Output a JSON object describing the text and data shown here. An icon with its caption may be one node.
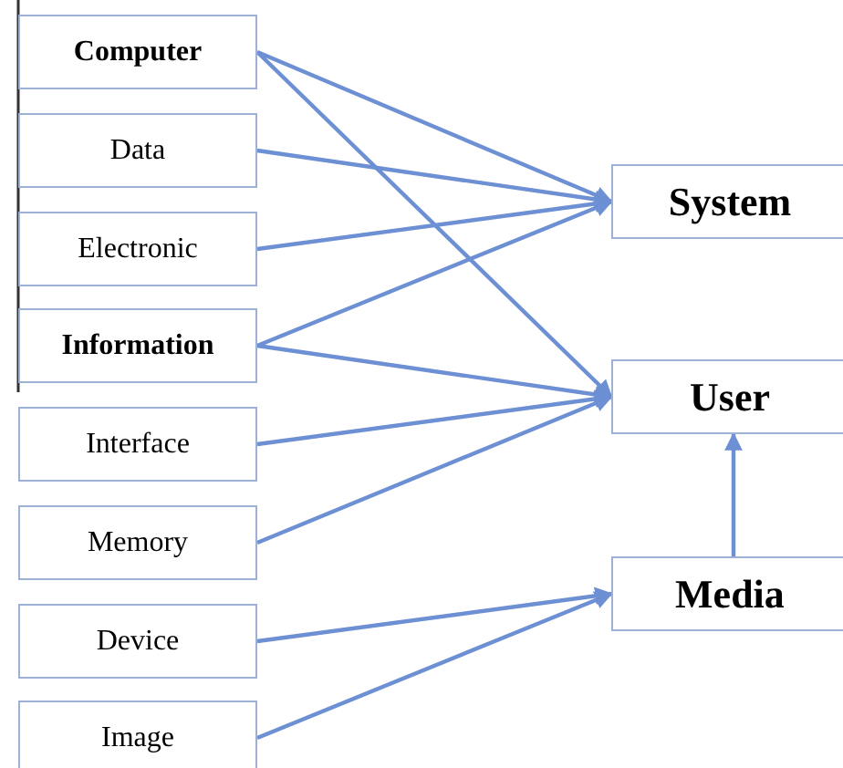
{
  "diagram": {
    "nodes": [
      {
        "text": [
          "Computer"
        ]
      },
      {
        "text": [
          "Data"
        ]
      },
      {
        "text": [
          "Electronic"
        ]
      },
      {
        "text": [
          "Information"
        ]
      },
      {
        "text": [
          "Interface"
        ]
      },
      {
        "text": [
          "Memory"
        ]
      },
      {
        "text": [
          "Device"
        ]
      },
      {
        "text": [
          "Image"
        ]
      },
      {
        "text": [
          "System"
        ]
      },
      {
        "text": [
          "User"
        ]
      },
      {
        "text": [
          "Media"
        ]
      }
    ],
    "edges": [
      {
        "from": 0,
        "to": 8,
        "arrow": "to"
      },
      {
        "from": 0,
        "to": 9,
        "arrow": "to"
      },
      {
        "from": 1,
        "to": 8,
        "arrow": "to"
      },
      {
        "from": 2,
        "to": 8,
        "arrow": "to"
      },
      {
        "from": 3,
        "to": 8,
        "arrow": "to"
      },
      {
        "from": 3,
        "to": 9,
        "arrow": "to"
      },
      {
        "from": 4,
        "to": 9,
        "arrow": "to"
      },
      {
        "from": 5,
        "to": 9,
        "arrow": "to"
      },
      {
        "from": 6,
        "to": 10,
        "arrow": "to"
      },
      {
        "from": 7,
        "to": 10,
        "arrow": "to"
      },
      {
        "from": 10,
        "to": 9,
        "arrow": "to"
      }
    ]
  }
}
